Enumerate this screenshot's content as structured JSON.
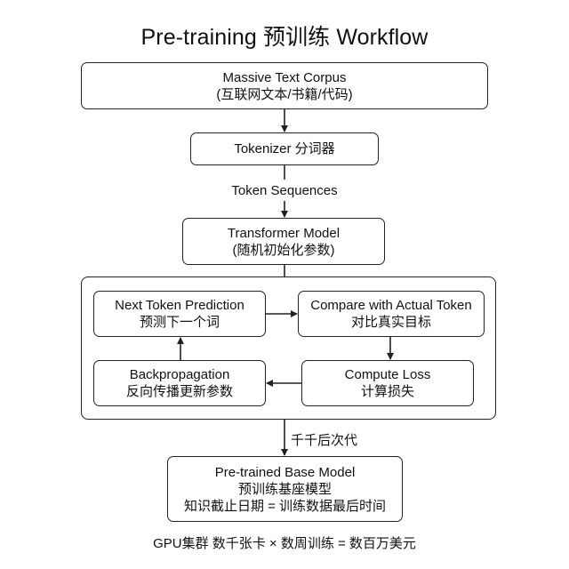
{
  "title": "Pre-training 预训练 Workflow",
  "nodes": {
    "corpus": {
      "line1": "Massive Text Corpus",
      "line2": "(互联网文本/书籍/代码)"
    },
    "tokenizer": {
      "line1": "Tokenizer 分词器"
    },
    "transformer": {
      "line1": "Transformer Model",
      "line2": "(随机初始化参数)"
    },
    "next_token": {
      "line1": "Next Token Prediction",
      "line2": "预测下一个词"
    },
    "compare": {
      "line1": "Compare with Actual Token",
      "line2": "对比真实目标"
    },
    "loss": {
      "line1": "Compute Loss",
      "line2": "计算损失"
    },
    "backprop": {
      "line1": "Backpropagation",
      "line2": "反向传播更新参数"
    },
    "base_model": {
      "line1": "Pre-trained Base Model",
      "line2": "预训练基座模型",
      "line3": "知识截止日期 = 训练数据最后时间"
    }
  },
  "edge_labels": {
    "token_sequences": "Token Sequences",
    "iterations": "千千后次代"
  },
  "footer": "GPU集群 数千张卡 × 数周训练 = 数百万美元",
  "colors": {
    "stroke": "#222222",
    "text": "#111111",
    "background": "#ffffff"
  }
}
